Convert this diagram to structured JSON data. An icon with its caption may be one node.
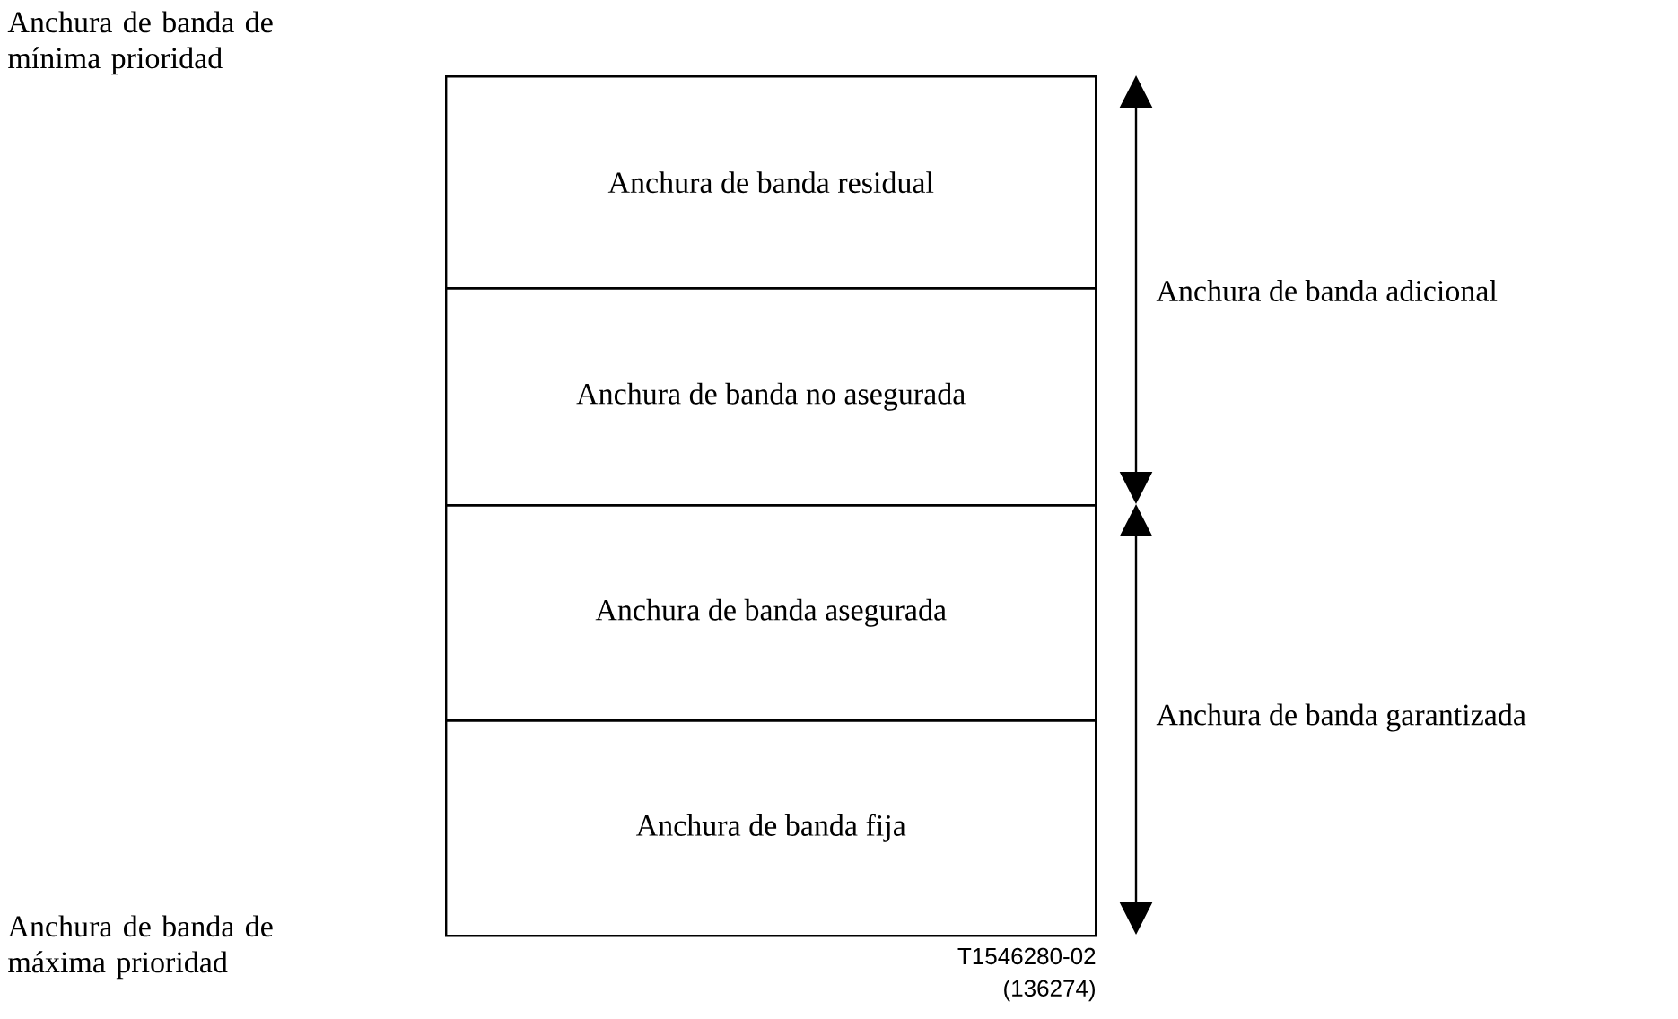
{
  "diagram": {
    "nodes": [
      {
        "text": [
          "Anchura de banda residual"
        ]
      },
      {
        "text": [
          "Anchura de banda no asegurada"
        ]
      },
      {
        "text": [
          "Anchura de banda asegurada"
        ]
      },
      {
        "text": [
          "Anchura de banda fija"
        ]
      }
    ],
    "labels": [
      "Anchura de banda de mínima prioridad",
      "Anchura de banda adicional",
      "Anchura de banda garantizada",
      "Anchura de banda de máxima prioridad",
      "T1546280-02",
      "(136274)"
    ]
  }
}
